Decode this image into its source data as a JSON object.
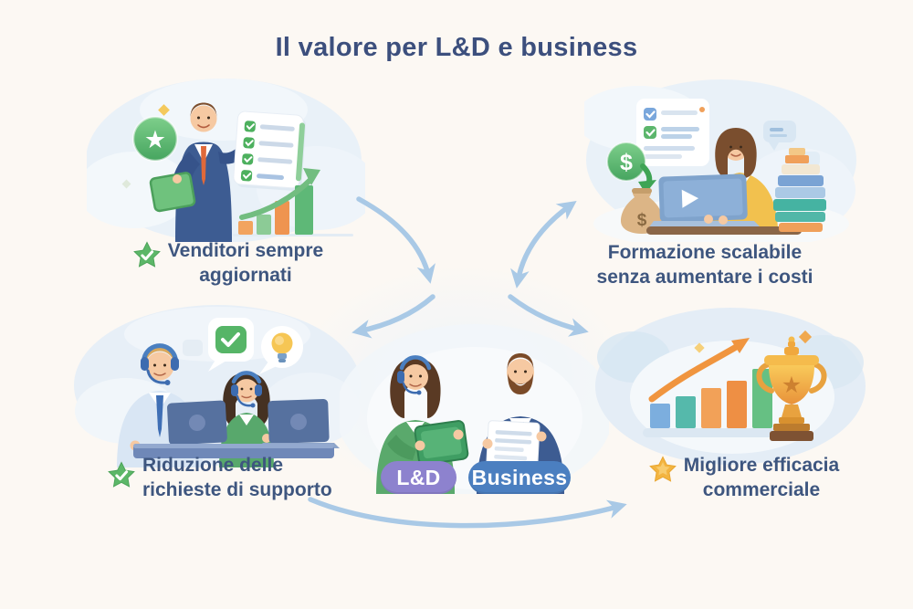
{
  "title": "Il valore per L&D e business",
  "center_badges": {
    "ld": "L&D",
    "business": "Business"
  },
  "quadrants": {
    "top_left": {
      "caption_line1": "Venditori sempre",
      "caption_line2": "aggiornati",
      "icon": "green-star-check-icon"
    },
    "top_right": {
      "caption_line1": "Formazione scalabile",
      "caption_line2": "senza aumentare i costi",
      "icon": ""
    },
    "bottom_left": {
      "caption_line1": "Riduzione delle",
      "caption_line2": "richieste di supporto",
      "icon": "green-star-check-icon"
    },
    "bottom_right": {
      "caption_line1": "Migliore efficacia",
      "caption_line2": "commerciale",
      "icon": "gold-star-icon"
    }
  },
  "glyphs": {
    "star": "★",
    "dollar": "$"
  },
  "colors": {
    "background": "#fcf8f3",
    "title_text": "#3c4f7d",
    "caption_text": "#3e567f",
    "arrow": "#a9c9e6",
    "ld_badge": "#8d82ce",
    "business_badge": "#4b7fc0",
    "badge_text": "#ffffff",
    "green_star": "#5cb768",
    "gold_star": "#f3b440",
    "cloud": "#e9f1f8"
  },
  "illustration_names": {
    "top_left": "salesman-with-checklist-and-growth-chart",
    "top_right": "woman-elearning-laptop-cost-savings-books",
    "bottom_left": "two-support-agents-with-headsets",
    "bottom_right": "rising-bar-chart-with-trophy",
    "center": "ld-woman-and-business-man"
  }
}
